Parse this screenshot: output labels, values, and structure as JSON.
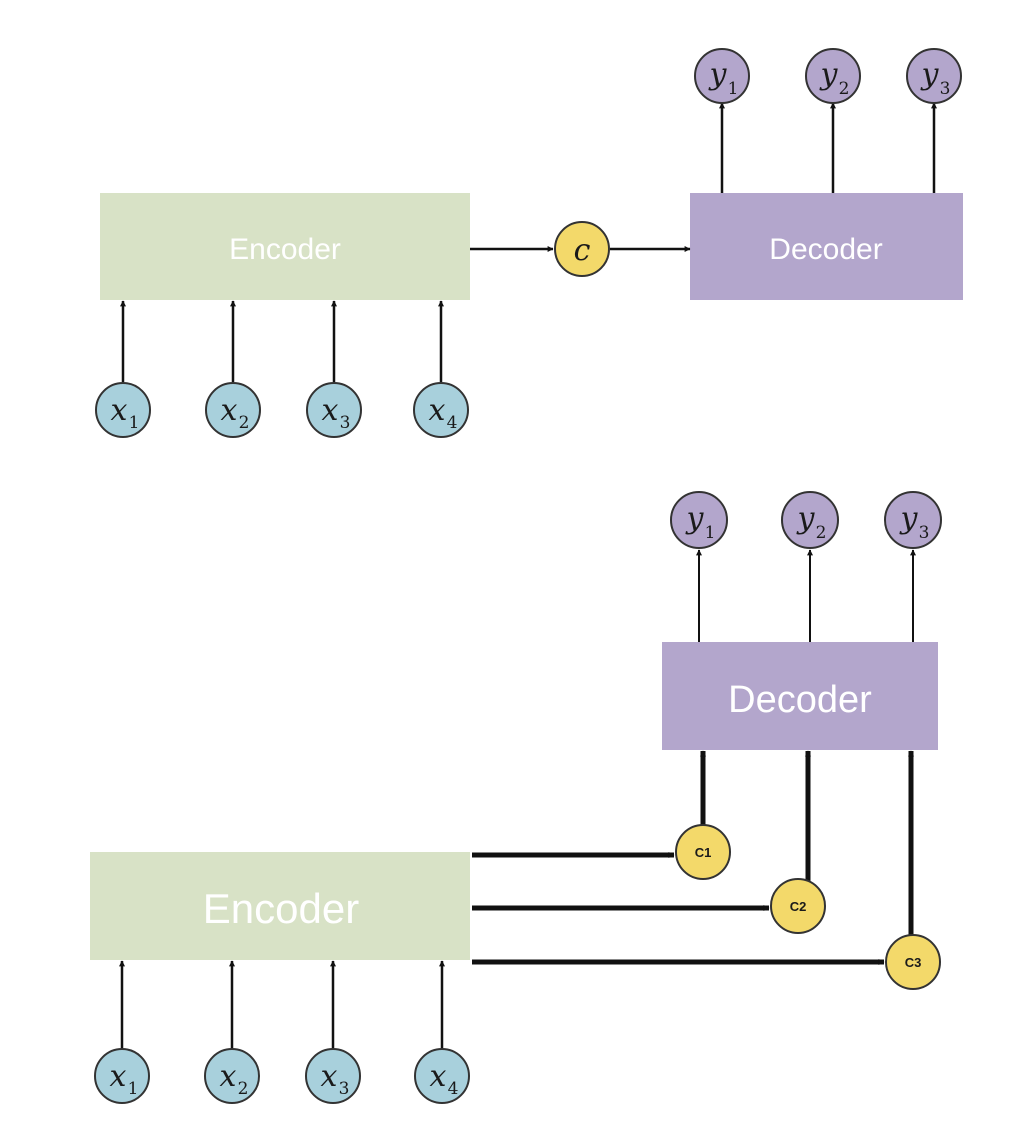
{
  "colors": {
    "encoder_fill": "#d8e2c6",
    "decoder_fill": "#b3a6cc",
    "input_node_fill": "#a8d0dc",
    "output_node_fill": "#b3a6cc",
    "context_node_fill": "#f3d96a",
    "edge": "#111111"
  },
  "top": {
    "encoder_label": "Encoder",
    "decoder_label": "Decoder",
    "context": "c",
    "inputs": [
      {
        "var": "x",
        "sub": "1"
      },
      {
        "var": "x",
        "sub": "2"
      },
      {
        "var": "x",
        "sub": "3"
      },
      {
        "var": "x",
        "sub": "4"
      }
    ],
    "outputs": [
      {
        "var": "y",
        "sub": "1"
      },
      {
        "var": "y",
        "sub": "2"
      },
      {
        "var": "y",
        "sub": "3"
      }
    ]
  },
  "bottom": {
    "encoder_label": "Encoder",
    "decoder_label": "Decoder",
    "contexts": [
      "C1",
      "C2",
      "C3"
    ],
    "inputs": [
      {
        "var": "x",
        "sub": "1"
      },
      {
        "var": "x",
        "sub": "2"
      },
      {
        "var": "x",
        "sub": "3"
      },
      {
        "var": "x",
        "sub": "4"
      }
    ],
    "outputs": [
      {
        "var": "y",
        "sub": "1"
      },
      {
        "var": "y",
        "sub": "2"
      },
      {
        "var": "y",
        "sub": "3"
      }
    ]
  }
}
